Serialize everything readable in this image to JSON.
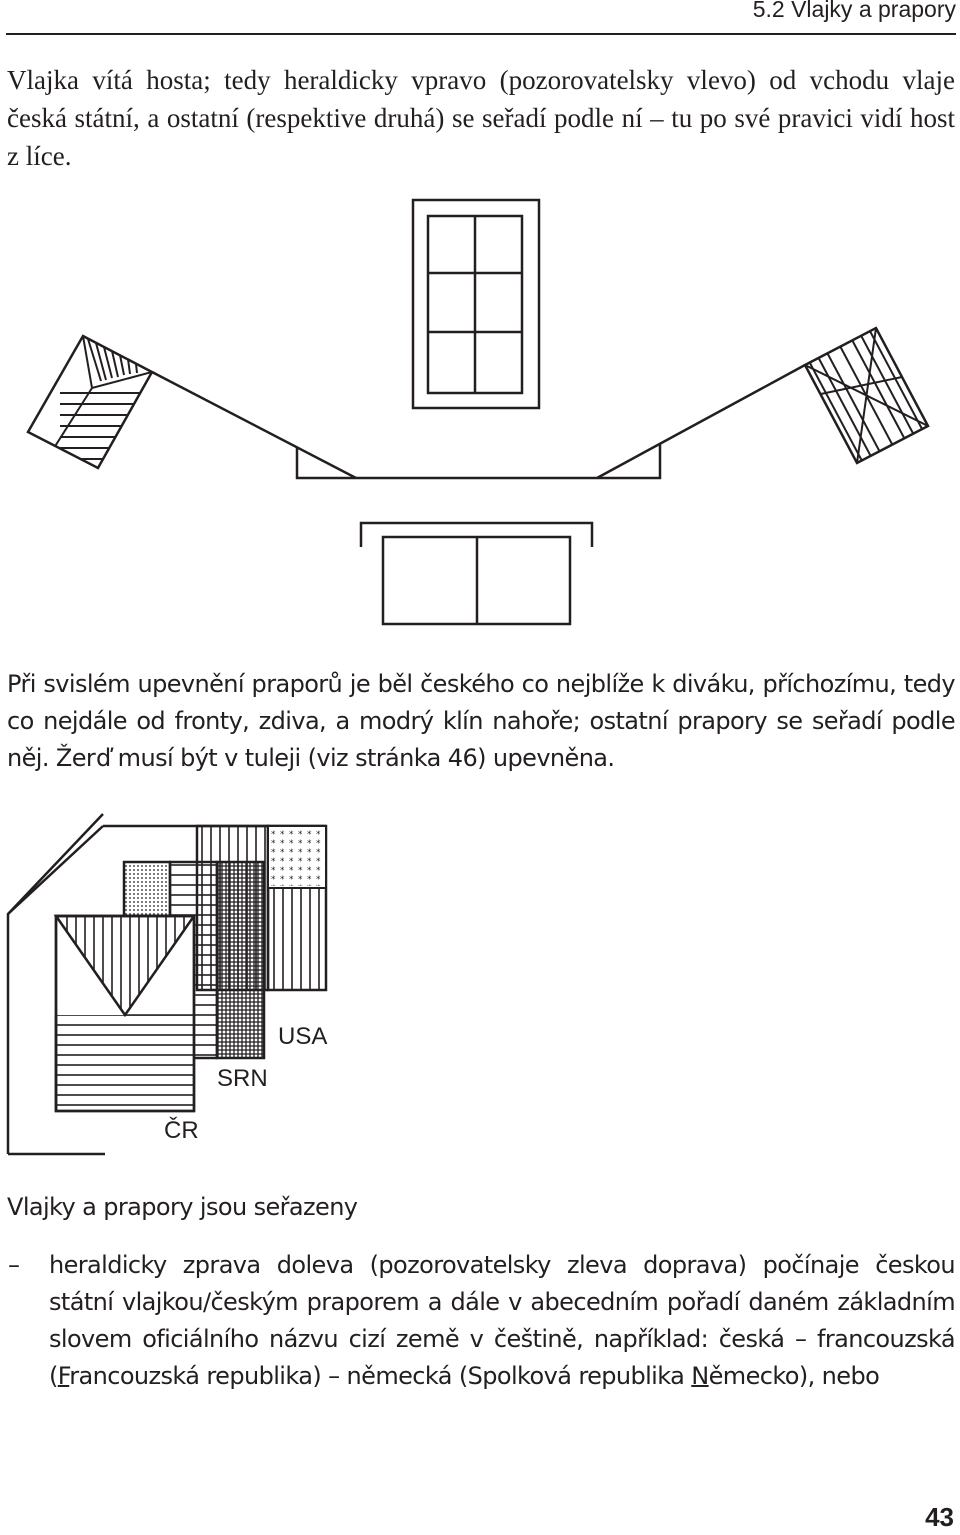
{
  "header": {
    "title": "5.2 Vlajky a prapory"
  },
  "paragraph_1": "Vlajka vítá hosta; tedy heraldicky vpravo (pozorovatelsky vlevo) od vchodu vlaje česká státní, a ostatní (respektive druhá) se seřadí podle ní – tu po své pravici vidí host z líce.",
  "paragraph_2": "Při svislém upevnění praporů je běl českého co nejblíže k diváku, příchozímu, tedy co nejdále od fronty, zdiva, a modrý klín nahoře; ostatní prapory se seřadí podle něj. Žerď musí být v tuleji (viz stránka 46) upevněna.",
  "figure_2_labels": {
    "usa": "USA",
    "srn": "SRN",
    "cr": "ČR"
  },
  "paragraph_3": "Vlajky a prapory jsou seřazeny",
  "bullet": {
    "dash": "–",
    "text_before_f": "heraldicky zprava doleva (pozorovatelsky zleva doprava) počínaje českou státní vlajkou/českým praporem a dále v abecedním pořadí daném základním slovem oficiálního názvu cizí země v češtině, například: česká – francouzská (",
    "underlined_f": "F",
    "text_after_f": "rancouzská republika) – německá (Spolková republika ",
    "underlined_n": "N",
    "text_end": "ěmecko), nebo"
  },
  "page_number": "43"
}
